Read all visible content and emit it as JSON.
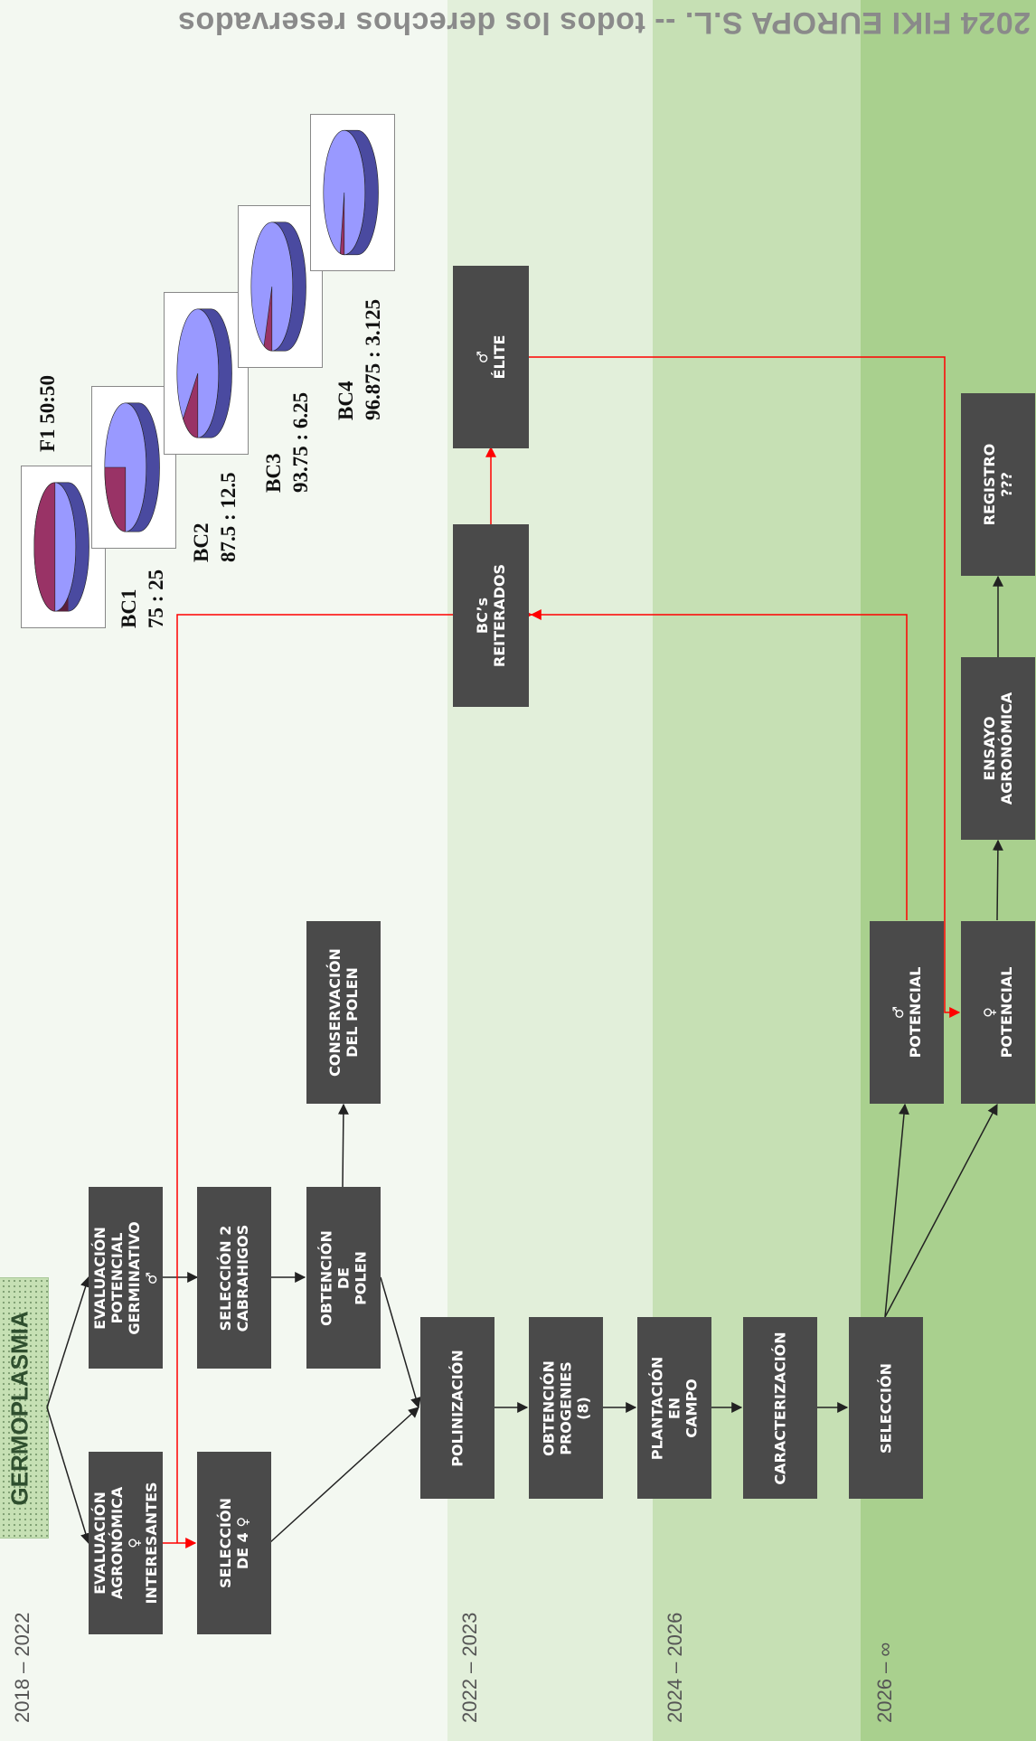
{
  "copyright": "2024 FIKI EUROPA S.L.  --  todos los derechos reservados",
  "colors": {
    "band_1": "#f3f8f1",
    "band_2": "#e2efda",
    "band_3": "#c6e0b4",
    "band_4": "#a9d08e",
    "box": "#4a4a4a",
    "arrow_black": "#222222",
    "arrow_red": "#ff0000",
    "pie_blue": "#9999ff",
    "pie_red": "#993366"
  },
  "periods": [
    {
      "id": "p1",
      "label": "2018 – 2022"
    },
    {
      "id": "p2",
      "label": "2022 – 2023"
    },
    {
      "id": "p3",
      "label": "2024 – 2026"
    },
    {
      "id": "p4",
      "label": "2026 – ∞"
    }
  ],
  "germoplasma": "GERMOPLASMIA",
  "boxes": {
    "eval_agronomica": "EVALUACIÓN\nAGRONÓMICA\n♀ INTERESANTES",
    "eval_potencial": "EVALUACIÓN\nPOTENCIAL\nGERMINATIVO ♂",
    "seleccion_4": "SELECCIÓN\nDE 4 ♀",
    "seleccion_2": "SELECCIÓN 2\nCABRAHIGOS",
    "obtencion_polen": "OBTENCIÓN DE\nPOLEN",
    "conservacion_polen": "CONSERVACIÓN\nDEL POLEN",
    "polinizacion": "POLINIZACIÓN",
    "obtencion_progenies": "OBTENCIÓN\nPROGENIES (8)",
    "plantacion": "PLANTACIÓN EN\nCAMPO",
    "caracterizacion": "CARACTERIZACIÓN",
    "seleccion": "SELECCIÓN",
    "potencial_macho": "♂ POTENCIAL",
    "potencial_hembra": "♀ POTENCIAL",
    "bcs_reiterados": "BC’s\nREITERADOS",
    "elite": "♂ ÉLITE",
    "ensayo": "ENSAYO\nAGRONÓMICA",
    "registro": "REGISTRO ???"
  },
  "pies": [
    {
      "id": "F1",
      "label": "F1  50:50",
      "blue_pct": 50,
      "red_pct": 50
    },
    {
      "id": "BC1",
      "label": "BC1\n75 : 25",
      "blue_pct": 75,
      "red_pct": 25
    },
    {
      "id": "BC2",
      "label": "BC2\n87.5 : 12.5",
      "blue_pct": 87.5,
      "red_pct": 12.5
    },
    {
      "id": "BC3",
      "label": "BC3\n93.75 : 6.25",
      "blue_pct": 93.75,
      "red_pct": 6.25
    },
    {
      "id": "BC4",
      "label": "BC4\n96.875 : 3.125",
      "blue_pct": 96.875,
      "red_pct": 3.125
    }
  ]
}
